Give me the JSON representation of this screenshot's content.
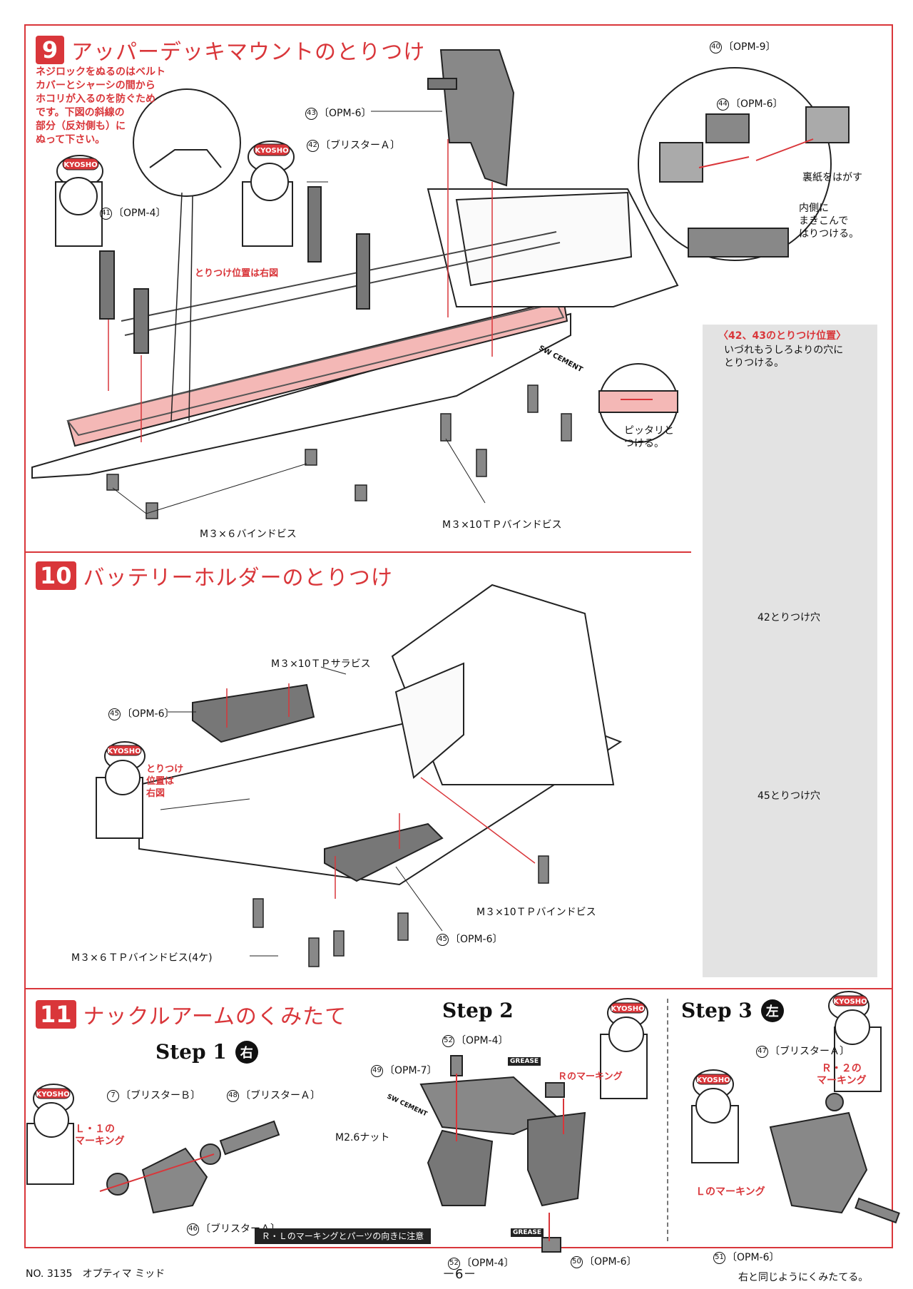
{
  "sections": {
    "s9": {
      "number": "9",
      "title": "アッパーデッキマウントのとりつけ"
    },
    "s10": {
      "number": "10",
      "title": "バッテリーホルダーのとりつけ"
    },
    "s11": {
      "number": "11",
      "title": "ナックルアームのくみたて"
    }
  },
  "s9": {
    "note": "ネジロックをぬるのはベルト\nカバーとシャーシの間から\nホコリが入るのを防ぐため\nです。下図の斜線の\n部分（反対側も）に\nぬって下さい。",
    "p40": {
      "n": "40",
      "text": "〔OPM-9〕"
    },
    "p43": {
      "n": "43",
      "text": "〔OPM-6〕"
    },
    "p42": {
      "n": "42",
      "text": "〔ブリスターＡ〕"
    },
    "p44": {
      "n": "44",
      "text": "〔OPM-6〕"
    },
    "p41": {
      "n": "41",
      "text": "〔OPM-4〕"
    },
    "mascot_note": "とりつけ位置は右図",
    "peel": "裏紙をはがす",
    "wrap": "内側に\nまきこんで\nはりつける。",
    "flush": "ピッタリと\nつける。",
    "screw_a": "M３×６バインドビス",
    "screw_b": "M３×10ＴＰバインドビス",
    "cement": "SW CEMENT"
  },
  "panel": {
    "title": "〈42、43のとりつけ位置〉",
    "sub": "いづれもうしろよりの穴に\nとりつける。",
    "hole42": "42とりつけ穴",
    "hole45": "45とりつけ穴"
  },
  "s10": {
    "screw_sara": "M３×10ＴＰサラビス",
    "p45a": {
      "n": "45",
      "text": "〔OPM-6〕"
    },
    "p45b": {
      "n": "45",
      "text": "〔OPM-6〕"
    },
    "mascot_note": "とりつけ\n位置は\n右図",
    "screw_bind": "M３×10ＴＰバインドビス",
    "screw_6": "M３×６ＴＰバインドビス(4ケ)"
  },
  "s11": {
    "step1": {
      "label": "Step 1",
      "side": "右"
    },
    "step2": {
      "label": "Step 2"
    },
    "step3": {
      "label": "Step 3",
      "side": "左"
    },
    "p7": {
      "n": "7",
      "text": "〔ブリスターＢ〕"
    },
    "p48": {
      "n": "48",
      "text": "〔ブリスターＡ〕"
    },
    "p46": {
      "n": "46",
      "text": "〔ブリスターＡ〕"
    },
    "l1": "Ｌ・１の\nマーキング",
    "p52a": {
      "n": "52",
      "text": "〔OPM-4〕"
    },
    "p49": {
      "n": "49",
      "text": "〔OPM-7〕"
    },
    "grease": "GREASE",
    "r_mark": "Ｒのマーキング",
    "nut": "M2.6ナット",
    "p52b": {
      "n": "52",
      "text": "〔OPM-4〕"
    },
    "p50": {
      "n": "50",
      "text": "〔OPM-6〕"
    },
    "notice": "Ｒ・Ｌのマーキングとパーツの向きに注意",
    "p47": {
      "n": "47",
      "text": "〔ブリスターＡ〕"
    },
    "r2": "Ｒ・２の\nマーキング",
    "l_mark": "Ｌのマーキング",
    "p51": {
      "n": "51",
      "text": "〔OPM-6〕"
    },
    "same": "右と同じようにくみたてる。"
  },
  "mascot_cap": "KYOSHO",
  "footer": {
    "left": "NO. 3135　オプティマ ミッド",
    "page": "－6－"
  }
}
